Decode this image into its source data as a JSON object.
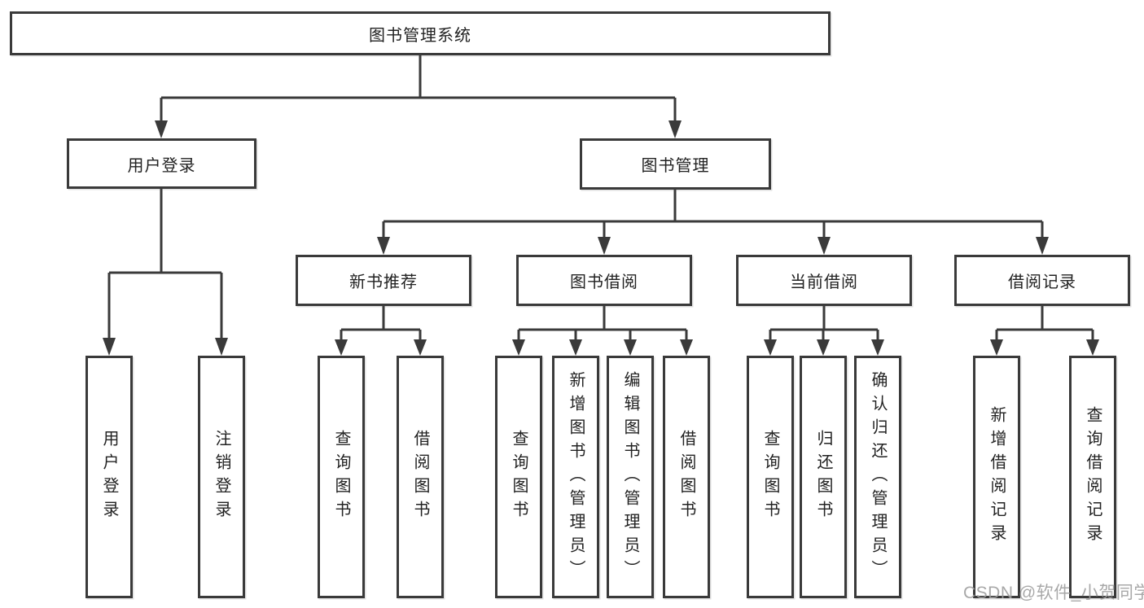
{
  "diagram": {
    "root": {
      "label": "图书管理系统"
    },
    "branches": [
      {
        "label": "用户登录",
        "children": [
          {
            "label": "用户登录"
          },
          {
            "label": "注销登录"
          }
        ]
      },
      {
        "label": "图书管理",
        "children": [
          {
            "label": "新书推荐",
            "children": [
              {
                "label": "查询图书"
              },
              {
                "label": "借阅图书"
              }
            ]
          },
          {
            "label": "图书借阅",
            "children": [
              {
                "label": "查询图书"
              },
              {
                "label": "新增图书（管理员）"
              },
              {
                "label": "编辑图书（管理员）"
              },
              {
                "label": "借阅图书"
              }
            ]
          },
          {
            "label": "当前借阅",
            "children": [
              {
                "label": "查询图书"
              },
              {
                "label": "归还图书"
              },
              {
                "label": "确认归还（管理员）"
              }
            ]
          },
          {
            "label": "借阅记录",
            "children": [
              {
                "label": "新增借阅记录"
              },
              {
                "label": "查询借阅记录"
              }
            ]
          }
        ]
      }
    ]
  },
  "watermark": {
    "text": "CSDN @软件_小贺同学"
  },
  "colors": {
    "line": "#3a3a3a",
    "text": "#222222",
    "background": "#ffffff",
    "watermark": "#9e9e9e"
  }
}
